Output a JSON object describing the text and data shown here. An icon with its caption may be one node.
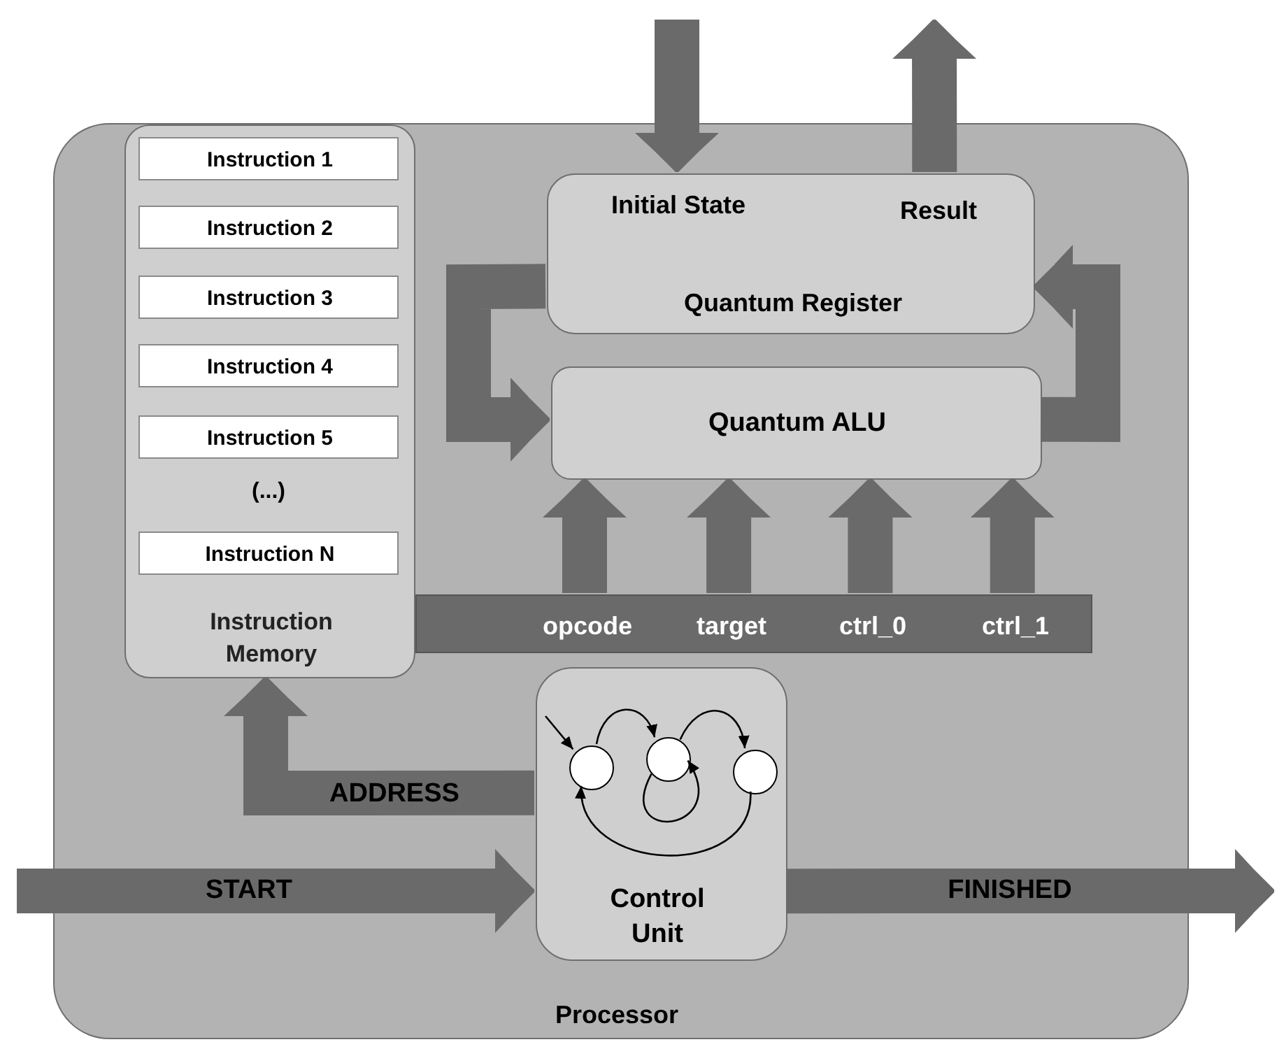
{
  "diagram": {
    "nodes": [
      {
        "text": [
          "Processor"
        ]
      },
      {
        "text": [
          "Instruction Memory"
        ],
        "in": 0
      },
      {
        "text": [
          "Instruction 1"
        ],
        "in": 1
      },
      {
        "text": [
          "Instruction 2"
        ],
        "in": 1
      },
      {
        "text": [
          "Instruction 3"
        ],
        "in": 1
      },
      {
        "text": [
          "Instruction 4"
        ],
        "in": 1
      },
      {
        "text": [
          "Instruction 5"
        ],
        "in": 1
      },
      {
        "text": [
          "Instruction N"
        ],
        "in": 1
      },
      {
        "text": [
          "Initial State",
          "Result",
          "Quantum Register"
        ],
        "in": 0
      },
      {
        "text": [
          "Quantum ALU"
        ],
        "in": 0
      },
      {
        "text": [
          "opcode",
          "target",
          "ctrl_0",
          "ctrl_1"
        ],
        "in": 0
      },
      {
        "text": [
          "Control Unit"
        ],
        "in": 0
      },
      {
        "text": [],
        "shape": "circle",
        "in": 11
      },
      {
        "text": [],
        "shape": "circle",
        "in": 11
      },
      {
        "text": [],
        "shape": "circle",
        "in": 11
      }
    ],
    "edges": [
      {
        "from": null,
        "to": 8,
        "arrow": "to"
      },
      {
        "from": 8,
        "to": null,
        "arrow": "to"
      },
      {
        "from": 8,
        "to": 9,
        "arrow": "to"
      },
      {
        "from": 9,
        "to": 8,
        "arrow": "to"
      },
      {
        "from": 10,
        "to": 9,
        "arrow": "to"
      },
      {
        "from": 10,
        "to": 9,
        "arrow": "to"
      },
      {
        "from": 10,
        "to": 9,
        "arrow": "to"
      },
      {
        "from": 10,
        "to": 9,
        "arrow": "to"
      },
      {
        "from": 11,
        "to": 1,
        "label": "ADDRESS",
        "arrow": "to"
      },
      {
        "from": null,
        "to": 11,
        "label": "START",
        "arrow": "to"
      },
      {
        "from": 11,
        "to": null,
        "label": "FINISHED",
        "arrow": "to"
      },
      {
        "from": null,
        "to": 12,
        "arrow": "to",
        "color": "#000000"
      },
      {
        "from": 12,
        "to": 13,
        "arrow": "to",
        "color": "#000000"
      },
      {
        "from": 13,
        "to": 14,
        "arrow": "to",
        "color": "#000000"
      },
      {
        "from": 14,
        "to": 12,
        "arrow": "to",
        "color": "#000000"
      },
      {
        "from": 13,
        "to": 13,
        "arrow": "to",
        "color": "#000000"
      }
    ],
    "labels": [
      "(...)"
    ]
  }
}
